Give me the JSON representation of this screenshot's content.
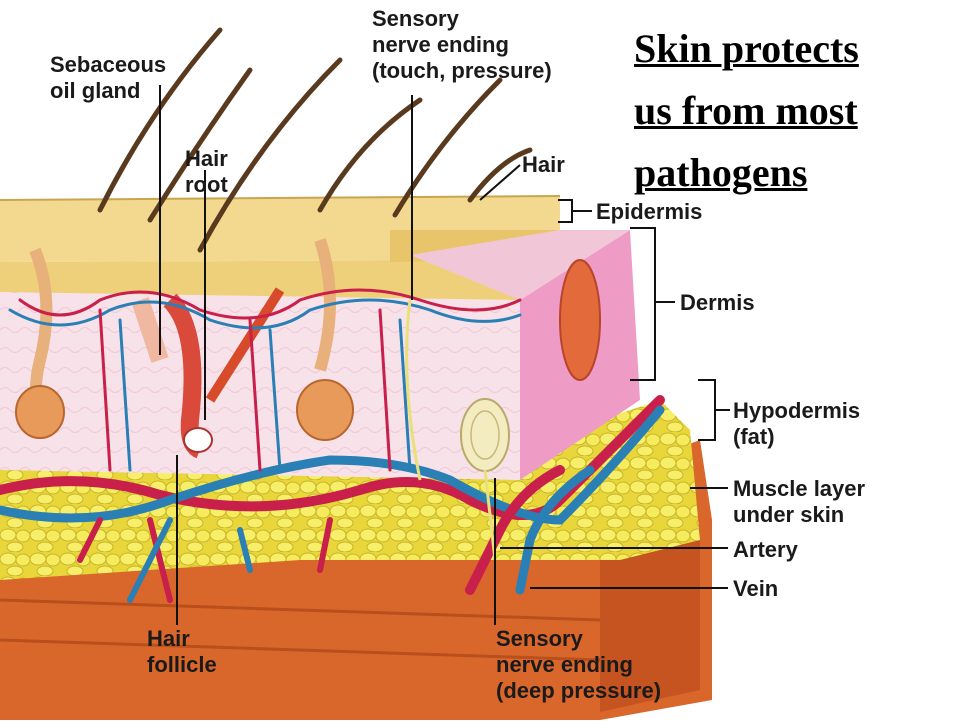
{
  "title": {
    "lines": [
      "Skin protects",
      "us from most",
      "pathogens"
    ]
  },
  "labels": {
    "sebaceous": [
      "Sebaceous",
      "oil gland"
    ],
    "hair_root": [
      "Hair",
      "root"
    ],
    "sensory_touch": [
      "Sensory",
      "nerve ending",
      "(touch, pressure)"
    ],
    "hair": "Hair",
    "epidermis": "Epidermis",
    "dermis": "Dermis",
    "hypodermis": [
      "Hypodermis",
      "(fat)"
    ],
    "muscle": [
      "Muscle layer",
      "under skin"
    ],
    "artery": "Artery",
    "vein": "Vein",
    "hair_follicle": [
      "Hair",
      "follicle"
    ],
    "sensory_deep": [
      "Sensory",
      "nerve ending",
      "(deep pressure)"
    ]
  },
  "colors": {
    "epidermis": "#f3d98f",
    "dermis": "#f8dde6",
    "dermis_side": "#ee8fc2",
    "fat": "#f4e64a",
    "muscle": "#d9672b",
    "artery": "#c8204a",
    "vein": "#2a7fb5",
    "hair": "#5a3a1e",
    "gland": "#e79a5a"
  }
}
